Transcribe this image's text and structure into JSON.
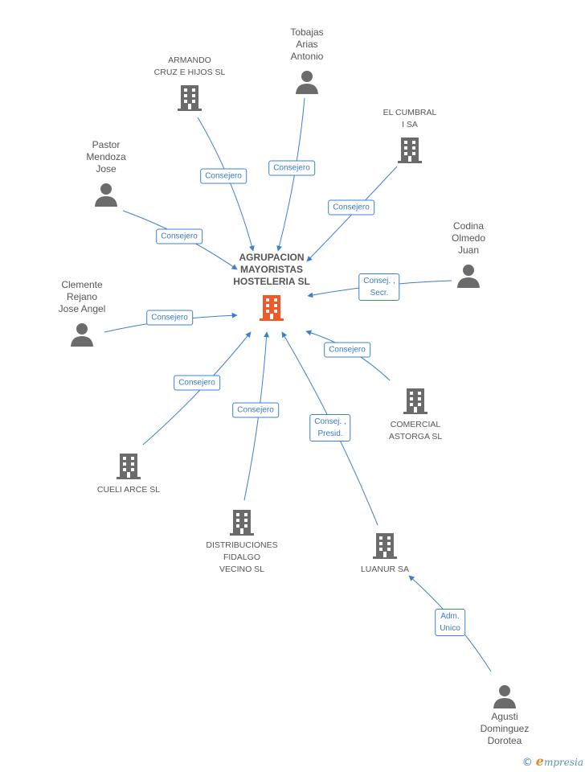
{
  "center": {
    "label": "AGRUPACION\nMAYORISTAS\nHOSTELERIA SL"
  },
  "nodes": {
    "armando": {
      "label": "ARMANDO\nCRUZ E HIJOS SL",
      "type": "company"
    },
    "tobajas": {
      "label": "Tobajas\nArias\nAntonio",
      "type": "person"
    },
    "cumbral": {
      "label": "EL CUMBRAL\nI SA",
      "type": "company"
    },
    "pastor": {
      "label": "Pastor\nMendoza\nJose",
      "type": "person"
    },
    "codina": {
      "label": "Codina\nOlmedo\nJuan",
      "type": "person"
    },
    "clemente": {
      "label": "Clemente\nRejano\nJose Angel",
      "type": "person"
    },
    "comercial": {
      "label": "COMERCIAL\nASTORGA  SL",
      "type": "company"
    },
    "cueli": {
      "label": "CUELI ARCE SL",
      "type": "company"
    },
    "distribuciones": {
      "label": "DISTRIBUCIONES\nFIDALGO\nVECINO SL",
      "type": "company"
    },
    "luanur": {
      "label": "LUANUR SA",
      "type": "company"
    },
    "agusti": {
      "label": "Agusti\nDominguez\nDorotea",
      "type": "person"
    }
  },
  "relations": {
    "armando": "Consejero",
    "tobajas": "Consejero",
    "cumbral": "Consejero",
    "pastor": "Consejero",
    "codina": "Consej. ,\nSecr.",
    "clemente": "Consejero",
    "comercial": "Consejero",
    "cueli": "Consejero",
    "distribuciones": "Consejero",
    "luanur": "Consej. ,\nPresid.",
    "agusti": "Adm.\nUnico"
  },
  "footer": {
    "copyright": "©",
    "brand_initial": "e",
    "brand_rest": "mpresia"
  },
  "colors": {
    "edge": "#3b7fd0",
    "icon": "#6b6b6b",
    "center_icon": "#f05a28",
    "text": "#555555"
  }
}
